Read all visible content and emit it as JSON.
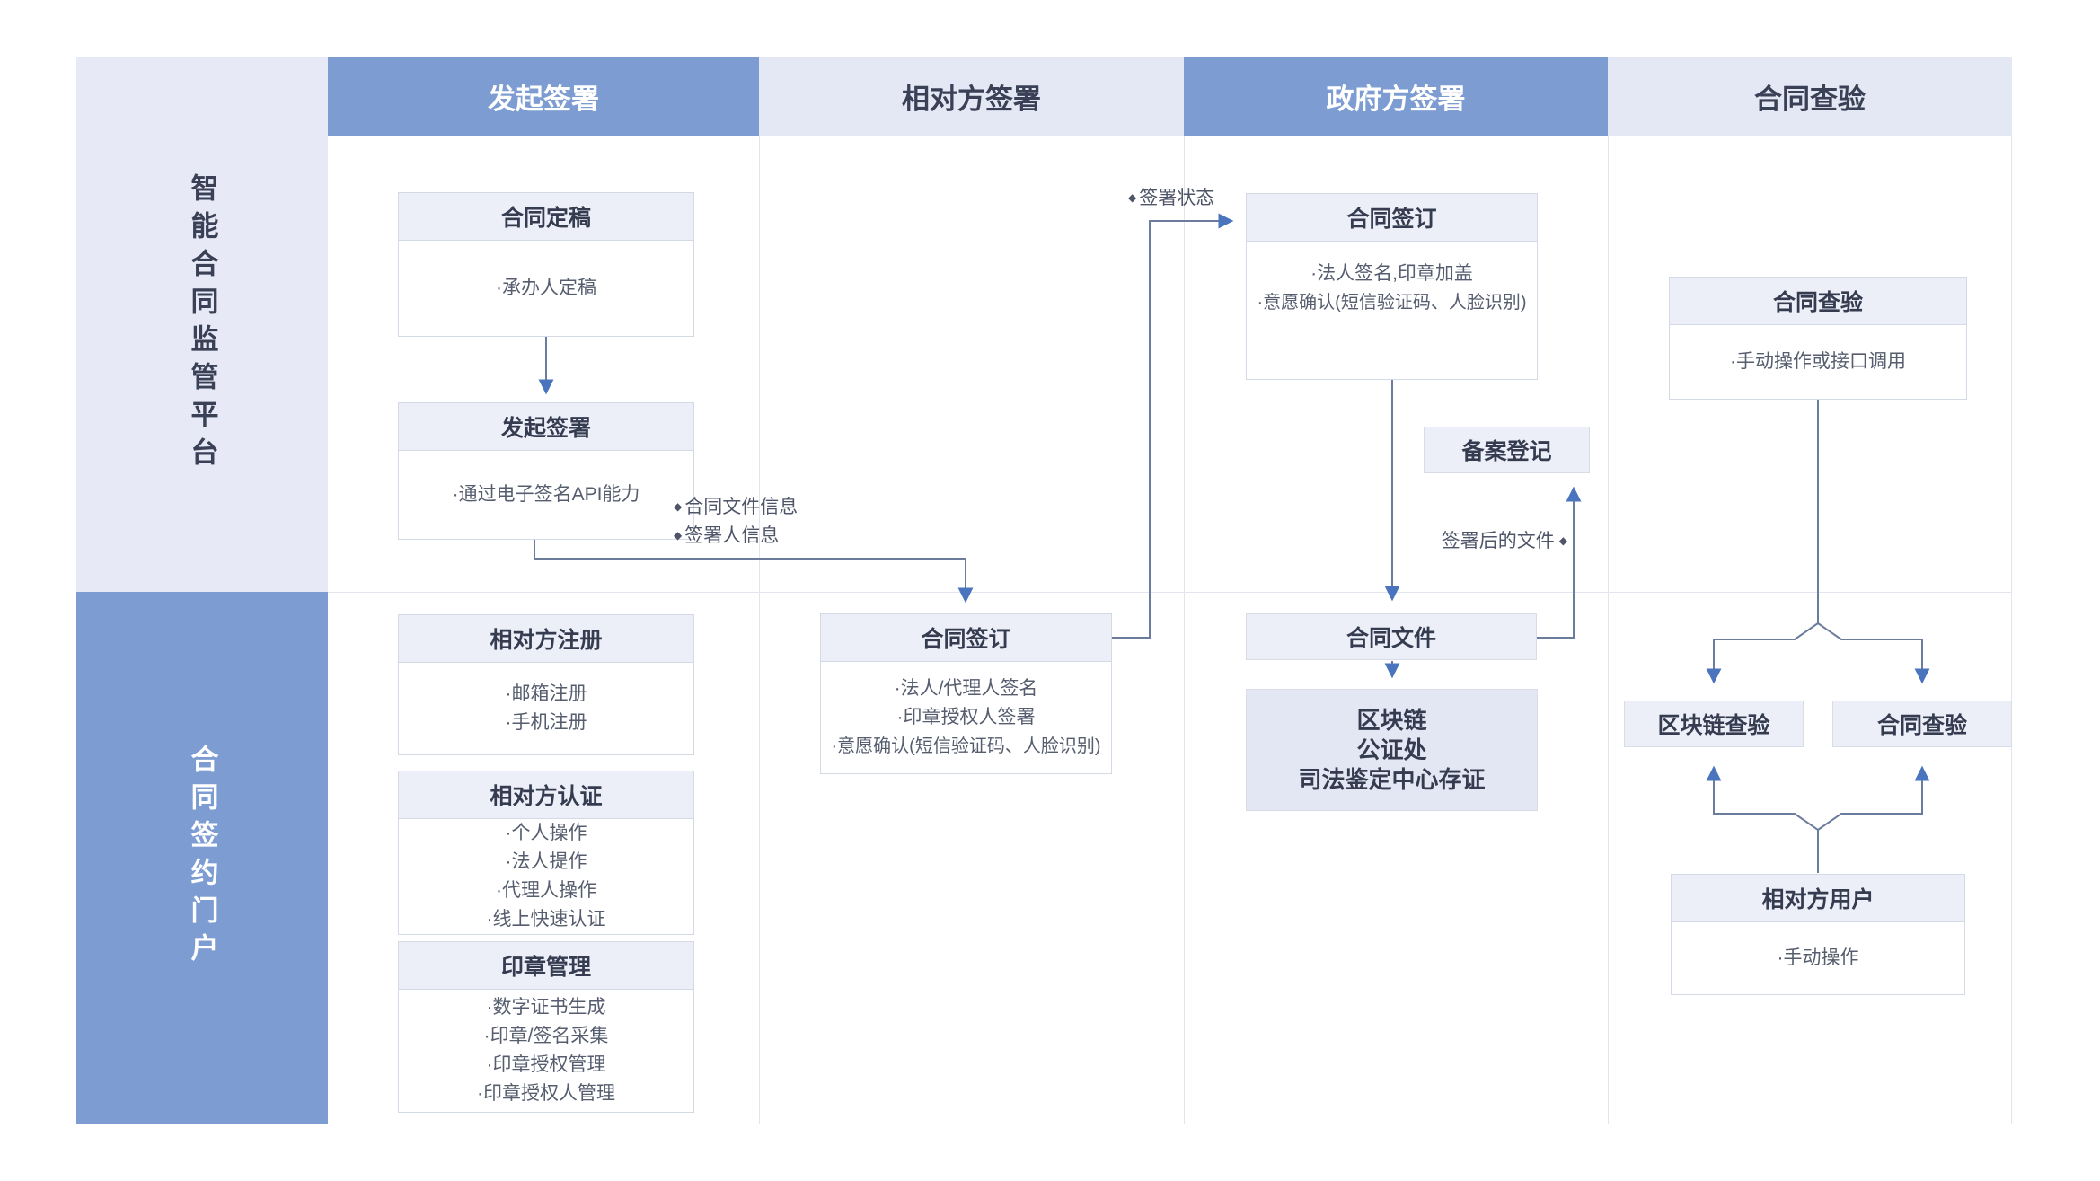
{
  "colors": {
    "lane_blue": "#7d9cd1",
    "lane_light": "#e7eaf6",
    "header_light": "#e4e8f4",
    "box_header_fill": "#eceef8",
    "box_border": "#d4d9e6",
    "solid_box_fill": "#e3e7f3",
    "connector_line": "#6b7c9c",
    "arrowhead": "#4a74be",
    "title_text": "#353c50",
    "body_text": "#565d6e"
  },
  "lanes": {
    "rows": [
      {
        "label": "智能合同监管平台"
      },
      {
        "label": "合同签约门户"
      }
    ],
    "columns": [
      {
        "label": "发起签署"
      },
      {
        "label": "相对方签署"
      },
      {
        "label": "政府方签署"
      },
      {
        "label": "合同查验"
      }
    ]
  },
  "boxes": {
    "contract_draft": {
      "title": "合同定稿",
      "items": [
        "·承办人定稿"
      ]
    },
    "initiate_sign": {
      "title": "发起签署",
      "items": [
        "·通过电子签名API能力"
      ]
    },
    "counterparty_register": {
      "title": "相对方注册",
      "items": [
        "·邮箱注册",
        "·手机注册"
      ]
    },
    "counterparty_auth": {
      "title": "相对方认证",
      "items": [
        "·个人操作",
        "·法人提作",
        "·代理人操作",
        "·线上快速认证"
      ]
    },
    "seal_mgmt": {
      "title": "印章管理",
      "items": [
        "·数字证书生成",
        "·印章/签名采集",
        "·印章授权管理",
        "·印章授权人管理"
      ]
    },
    "counterparty_sign": {
      "title": "合同签订",
      "items": [
        "·法人/代理人签名",
        "·印章授权人签署",
        "·意愿确认(短信验证码、人脸识别)"
      ]
    },
    "gov_sign": {
      "title": "合同签订",
      "items": [
        "·法人签名,印章加盖",
        "·意愿确认(短信验证码、人脸识别)"
      ]
    },
    "record_register": {
      "title": "备案登记"
    },
    "contract_file": {
      "title": "合同文件"
    },
    "evidence": {
      "lines": [
        "区块链",
        "公证处",
        "司法鉴定中心存证"
      ]
    },
    "verify_top": {
      "title": "合同查验",
      "items": [
        "·手动操作或接口调用"
      ]
    },
    "blockchain_verify": {
      "title": "区块链查验"
    },
    "verify_small": {
      "title": "合同查验"
    },
    "counterparty_user": {
      "title": "相对方用户",
      "items": [
        "·手动操作"
      ]
    }
  },
  "annotations": {
    "sign_status": {
      "bullet": "◆",
      "text": "签署状态"
    },
    "contract_info_1": {
      "bullet": "◆",
      "text": "合同文件信息"
    },
    "contract_info_2": {
      "bullet": "◆",
      "text": "签署人信息"
    },
    "post_sign_file": {
      "text": "签署后的文件",
      "bullet": "◆"
    }
  }
}
